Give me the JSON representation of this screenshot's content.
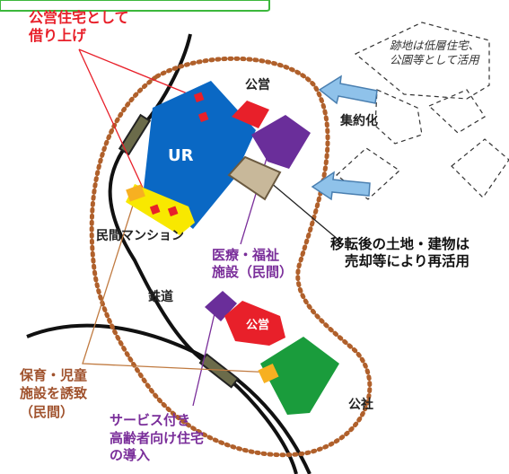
{
  "labels": {
    "koei_kariage": [
      "公営住宅として",
      "借り上げ"
    ],
    "koei_top": "公営",
    "koei_center": "公営",
    "ur": "UR",
    "shuyakuka": "集約化",
    "atochi": [
      "跡地は低層住宅、",
      "公園等として活用"
    ],
    "iten": [
      "移転後の土地・建物は",
      "売却等により再活用"
    ],
    "minkan_mansion": "民間マンション",
    "iryo": [
      "医療・福祉",
      "施設（民間）"
    ],
    "tetsudo": "鉄道",
    "hoiku": [
      "保育・児童",
      "施設を誘致",
      "（民間）"
    ],
    "service": [
      "サービス付き",
      "高齢者向け住宅",
      "の導入"
    ],
    "kosha": "公社"
  },
  "colors": {
    "ur_blue": "#0a68c4",
    "koei_red": "#e8202a",
    "purple": "#6a2e9a",
    "tan": "#c8b89a",
    "yellow": "#f8e800",
    "orange": "#f7b021",
    "green": "#1a9c3c",
    "dots": "#b0602b",
    "arrow_blue": "#8fc2ea"
  }
}
